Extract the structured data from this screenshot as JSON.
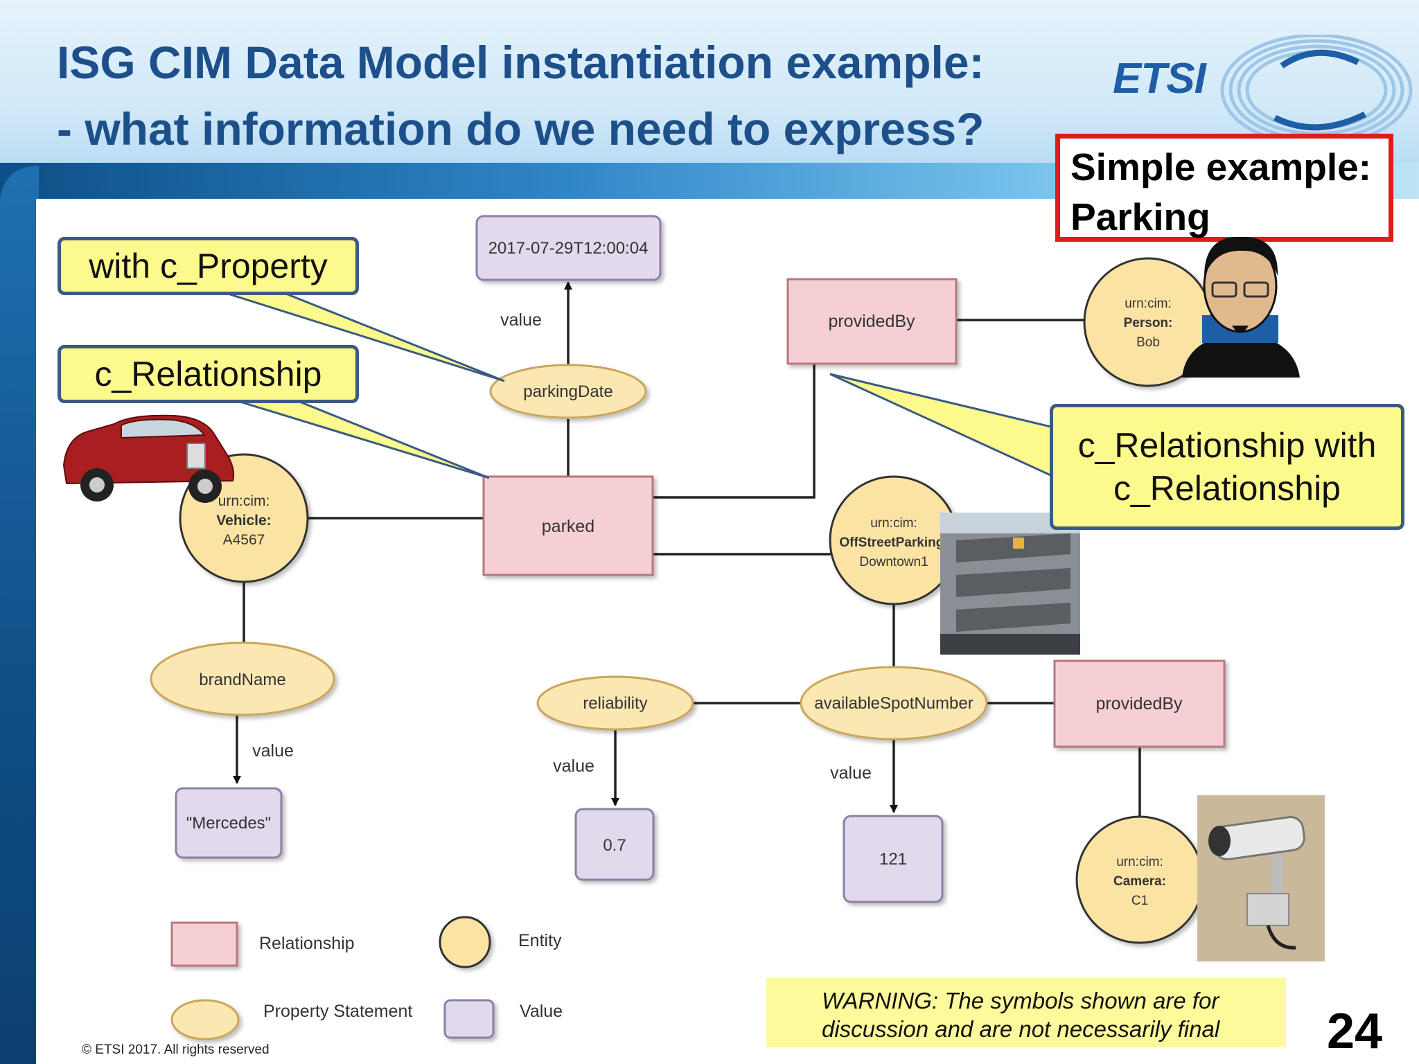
{
  "slide": {
    "title": "ISG CIM Data Model instantiation example:\n- what information do we need to express?",
    "logo_text": "ETSI",
    "simple_example": "Simple example:\nParking",
    "page_number": "24",
    "copyright": "© ETSI 2017. All rights reserved"
  },
  "callouts": {
    "with_property": "with c_Property",
    "relationship": "c_Relationship",
    "rel_with_rel": "c_Relationship with c_Relationship"
  },
  "nodes": {
    "date_value": "2017-07-29T12:00:04",
    "value_label_date": "value",
    "provided_by_top": "providedBy",
    "person": {
      "line1": "urn:cim:",
      "line2": "Person:",
      "line3": "Bob"
    },
    "parking_date": "parkingDate",
    "vehicle": {
      "line1": "urn:cim:",
      "line2": "Vehicle:",
      "line3": "A4567"
    },
    "parked": "parked",
    "offstreet": {
      "line1": "urn:cim:",
      "line2": "OffStreetParking:",
      "line3": "Downtown1"
    },
    "brand_name": "brandName",
    "value_label_brand": "value",
    "mercedes": "\"Mercedes\"",
    "reliability": "reliability",
    "available_spot": "availableSpotNumber",
    "provided_by_bottom": "providedBy",
    "value_label_rel": "value",
    "reliability_value": "0.7",
    "value_label_spot": "value",
    "spot_value": "121",
    "camera": {
      "line1": "urn:cim:",
      "line2": "Camera:",
      "line3": "C1"
    }
  },
  "legend": {
    "relationship": "Relationship",
    "entity": "Entity",
    "property_statement": "Property Statement",
    "value": "Value"
  },
  "warning": "WARNING: The symbols shown are for\ndiscussion and are not necessarily final",
  "colors": {
    "relationship_fill": "#f5cfd3",
    "relationship_stroke": "#b8777f",
    "entity_fill": "#fbe3a3",
    "entity_stroke": "#333333",
    "property_fill": "#fbe7b2",
    "property_stroke": "#c9a65a",
    "value_fill": "#e2d9ec",
    "value_stroke": "#8b80a6",
    "callout_fill": "#fcfa8c",
    "title_color": "#1d4f8a"
  }
}
